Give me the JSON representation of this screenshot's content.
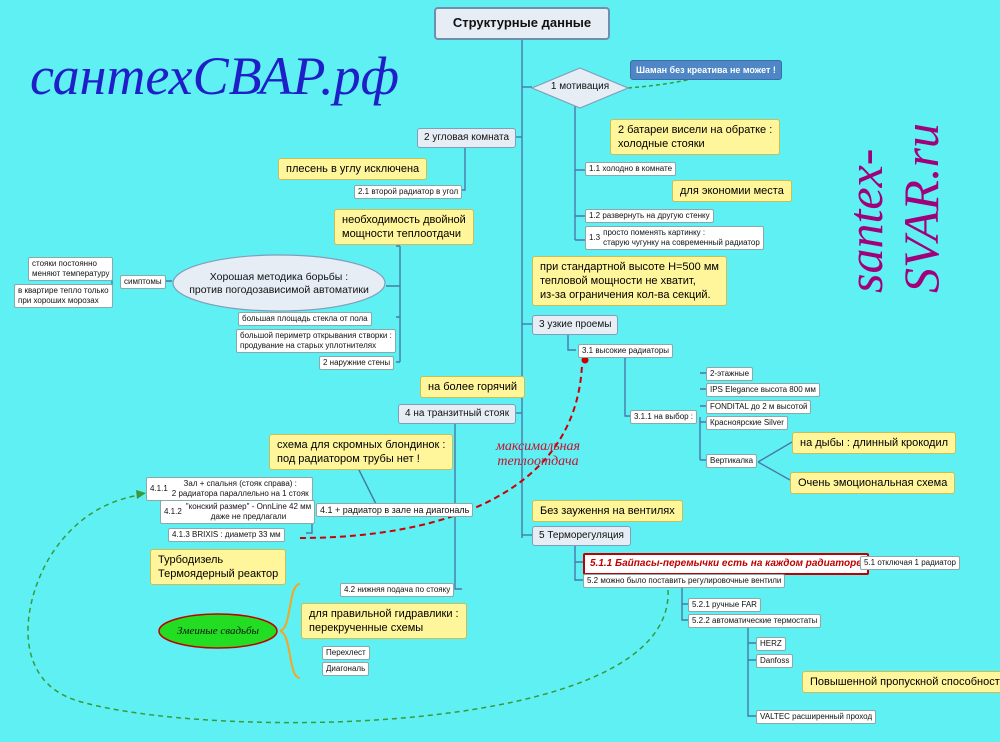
{
  "brand": {
    "left_logo": "сантехСВАР.рф",
    "right_logo": "santex-SVAR.ru",
    "logo_color": "#1f1fc8",
    "vertical_color": "#a0007a"
  },
  "root": {
    "title": "Структурные данные"
  },
  "branch1": {
    "title": "1 мотивация",
    "callout": "Шаман без креатива не может !",
    "sub_1_1": "1.1 холодно в комнате",
    "note_1_1": "2 батареи висели на обратке :\nхолодные стояки",
    "sub_1_2": "1.2 развернуть на другую стенку",
    "note_1_2": "для экономии места",
    "sub_1_3_num": "1.3",
    "sub_1_3": "просто поменять картинку :\nстарую чугунку на современный радиатор"
  },
  "branch2": {
    "title": "2 угловая комната",
    "note_mold": "плесень в углу исключена",
    "sub_2_1": "2.1 второй радиатор в угол",
    "note_power": "необходимость двойной\nмощности теплоотдачи",
    "method": "Хорошая методика борьбы :\nпротив погодозависимой автоматики",
    "symptoms": "симптомы",
    "symptom_1": "стояки постоянно\nменяют температуру",
    "symptom_2": "в квартире тепло только\nпри хороших морозах",
    "glass": "большая площадь стекла от пола",
    "perimeter": "большой периметр открывания створки  :\nпродувание на старых уплотнителях",
    "walls": "2 наружние стены"
  },
  "branch3": {
    "title": "3 узкие проемы",
    "note": "при стандартной высоте Н=500 мм\nтепловой мощности не хватит,\nиз-за ограничения кол-ва секций.",
    "sub_3_1": "3.1 высокие радиаторы",
    "sub_3_1_1": "3.1.1  на выбор :",
    "choices": [
      "2-этажные",
      "IPS Elegance высота 800 мм",
      "FONDITAL до 2 м высотой",
      "Красноярские Silver"
    ],
    "vert": "Вертикалка",
    "note_croc": "на дыбы : длинный крокодил",
    "note_emotion": "Очень эмоциональная схема"
  },
  "branch4": {
    "title": "4 на транзитный стояк",
    "note_hot": "на более горячий",
    "note_blonde": "схема для скромных блондинок :\nпод радиатором трубы нет !",
    "sub_4_1": "4.1 + радиатор в зале на диагональ",
    "n411": "4.1.1",
    "t411": "Зал + спальня (стояк справа) :\n2 радиатора параллельно на 1 стояк",
    "n412": "4.1.2",
    "t412": "\"конский размер\" - OnnLine 42 мм\nдаже не предлагали",
    "s413": "4.1.3  BRIXIS : диаметр 33 мм",
    "note_turbo": "Турбодизель\nТермоядерный реактор",
    "sub_4_2": "4.2 нижняя подача по стояку",
    "note_hydra": "для правильной гидравлики :\nперекрученные схемы",
    "snake": "Змеиные свадьбы",
    "cross": "Перехлест",
    "diag": "Диагональ"
  },
  "callout_max": "максимальная\nтеплоотдача",
  "branch5": {
    "title": "5 Терморегуляция",
    "note_valves": "Без зауження на вентилях",
    "bypass": "5.1.1 Байпасы-перемычки есть на каждом радиаторе",
    "sub_5_1": "5.1 отключая 1 радиатор",
    "sub_5_2": "5.2 можно было поставить регулировочные вентили",
    "sub_5_2_1": "5.2.1 ручные FAR",
    "sub_5_2_2": "5.2.2 автоматические термостаты",
    "brand_herz": "HERZ",
    "brand_danfoss": "Danfoss",
    "note_flow": "Повышенной пропускной способности",
    "valtec": "VALTEC расширенный проход"
  },
  "colors": {
    "background": "#5ef0f3",
    "connector": "#4a78a8",
    "note_fill": "#fff59b",
    "callout_fill": "#4f86c6",
    "snake_fill": "#22dd22",
    "dashed_red": "#cc0000",
    "dashed_green": "#3a9a3a"
  }
}
